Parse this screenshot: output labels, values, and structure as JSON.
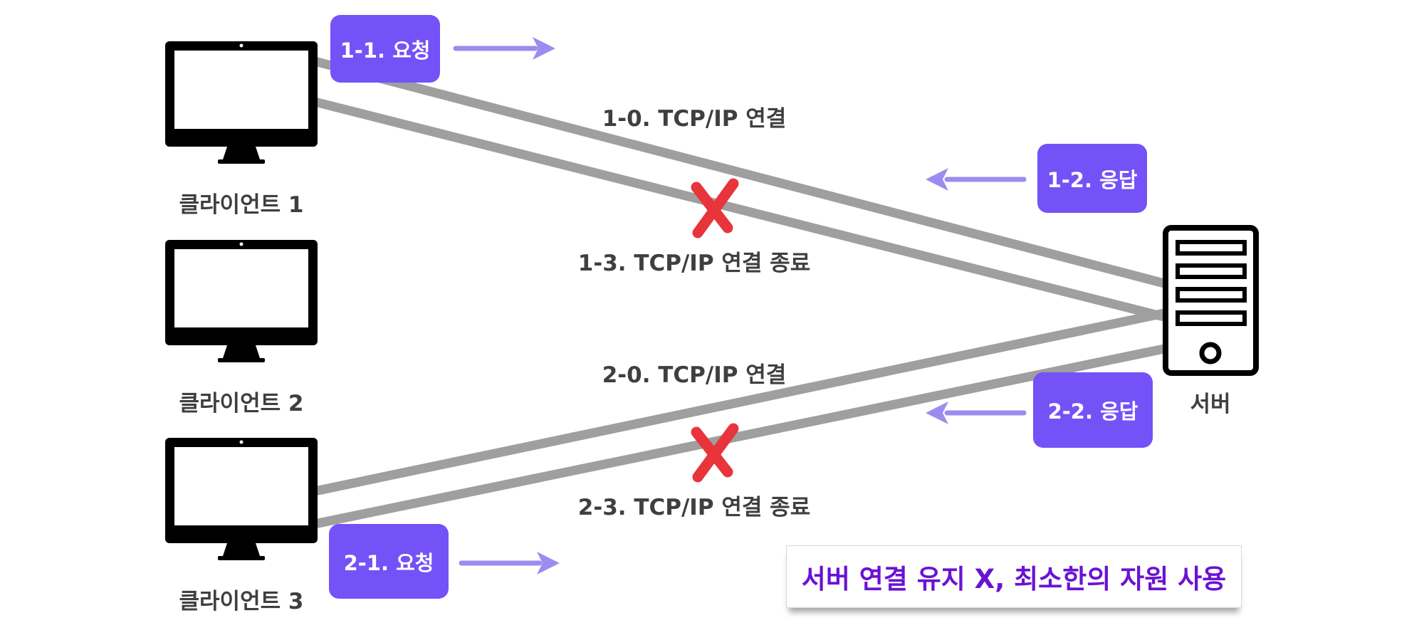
{
  "colors": {
    "accent": "#7452f7",
    "arrow": "#9b8cf0",
    "connection_line": "#9a9a9a",
    "cross": "#e8343b",
    "summary_text": "#6a12d4"
  },
  "clients": [
    {
      "label": "클라이언트 1",
      "icon": "monitor-icon"
    },
    {
      "label": "클라이언트 2",
      "icon": "monitor-icon"
    },
    {
      "label": "클라이언트 3",
      "icon": "monitor-icon"
    }
  ],
  "server": {
    "label": "서버",
    "icon": "server-icon"
  },
  "connection_1": {
    "request": "1-1. 요청",
    "connect": "1-0. TCP/IP 연결",
    "response": "1-2. 응답",
    "close": "1-3. TCP/IP 연결 종료"
  },
  "connection_2": {
    "request": "2-1. 요청",
    "connect": "2-0. TCP/IP 연결",
    "response": "2-2. 응답",
    "close": "2-3. TCP/IP 연결 종료"
  },
  "summary": "서버 연결 유지 X, 최소한의 자원 사용"
}
